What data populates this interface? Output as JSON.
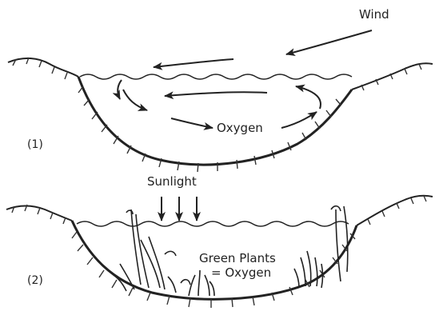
{
  "panel1": {
    "number": "(1)",
    "wind_label": "Wind",
    "oxygen_label": "Oxygen"
  },
  "panel2": {
    "number": "(2)",
    "sunlight_label": "Sunlight",
    "plants_label_line1": "Green Plants",
    "plants_label_line2": "= Oxygen"
  }
}
